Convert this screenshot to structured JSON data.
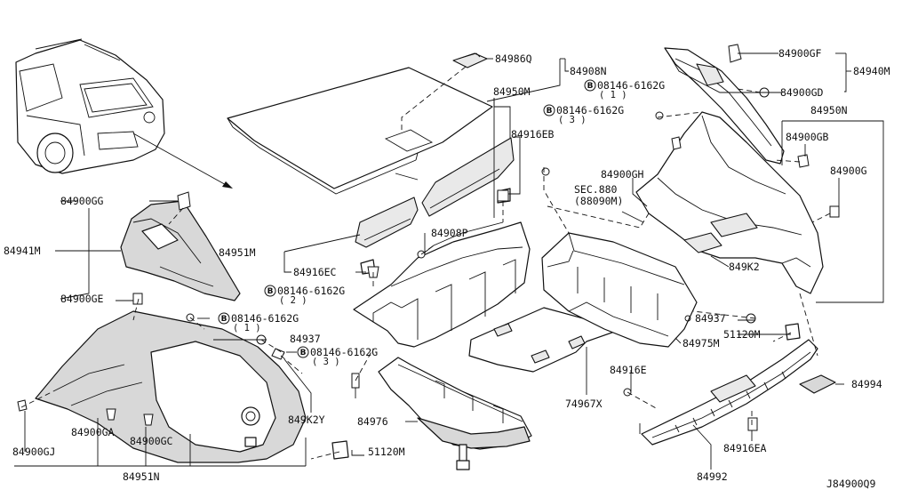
{
  "diagram_code": "J84900Q9",
  "labels": {
    "p84986Q": "84986Q",
    "p84908N": "84908N",
    "p84950M": "84950M",
    "p84916EB": "84916EB",
    "p84900GF": "84900GF",
    "p84940M": "84940M",
    "p84900GD": "84900GD",
    "p84950N": "84950N",
    "p84900GB": "84900GB",
    "p84900G": "84900G",
    "p84900GH": "84900GH",
    "sec880a": "SEC.880",
    "sec880b": "(88090M)",
    "p849K2": "849K2",
    "p84900GG": "84900GG",
    "p84941M": "84941M",
    "p84951M": "84951M",
    "p84916EC": "84916EC",
    "p84908P": "84908P",
    "p84900GE": "84900GE",
    "p84937a": "84937",
    "p51120Ma": "51120M",
    "p84975M": "84975M",
    "p84937b": "84937",
    "p849K2Y": "849K2Y",
    "p84916E": "84916E",
    "p84994": "84994",
    "p74967X": "74967X",
    "p84976": "84976",
    "p84916EA": "84916EA",
    "p84900GJ": "84900GJ",
    "p84900GA": "84900GA",
    "p84900GC": "84900GC",
    "p51120Mb": "51120M",
    "p84951N": "84951N",
    "p84992": "84992",
    "b1": "08146-6162G",
    "b1q": "( 1 )",
    "b2": "08146-6162G",
    "b2q": "( 3 )",
    "b3": "08146-6162G",
    "b3q": "( 2 )",
    "b4": "08146-6162G",
    "b4q": "( 1 )",
    "b5": "08146-6162G",
    "b5q": "( 3 )",
    "b_mark": "B"
  }
}
